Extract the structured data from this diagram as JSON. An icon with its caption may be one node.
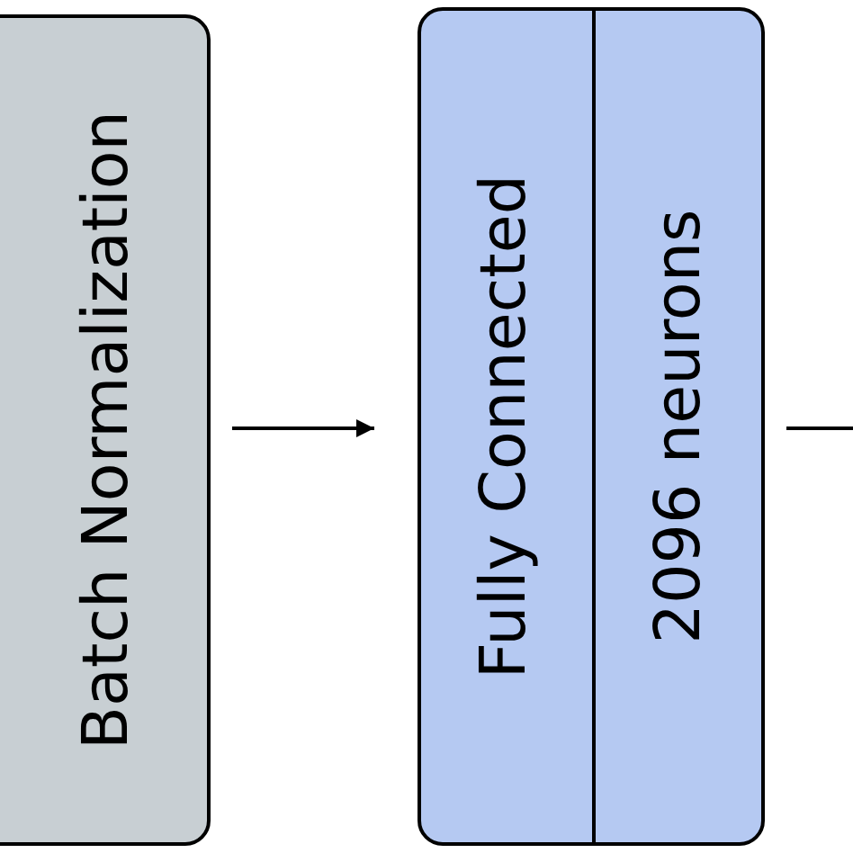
{
  "diagram": {
    "nodes": [
      {
        "text": [
          "Batch Normalization"
        ]
      },
      {
        "text": [
          "Fully Connected",
          "2096 neurons"
        ]
      }
    ],
    "edges": [
      {
        "from": 0,
        "to": 1,
        "arrow": "to"
      },
      {
        "from": 1,
        "to": null,
        "arrow": "none"
      }
    ]
  }
}
